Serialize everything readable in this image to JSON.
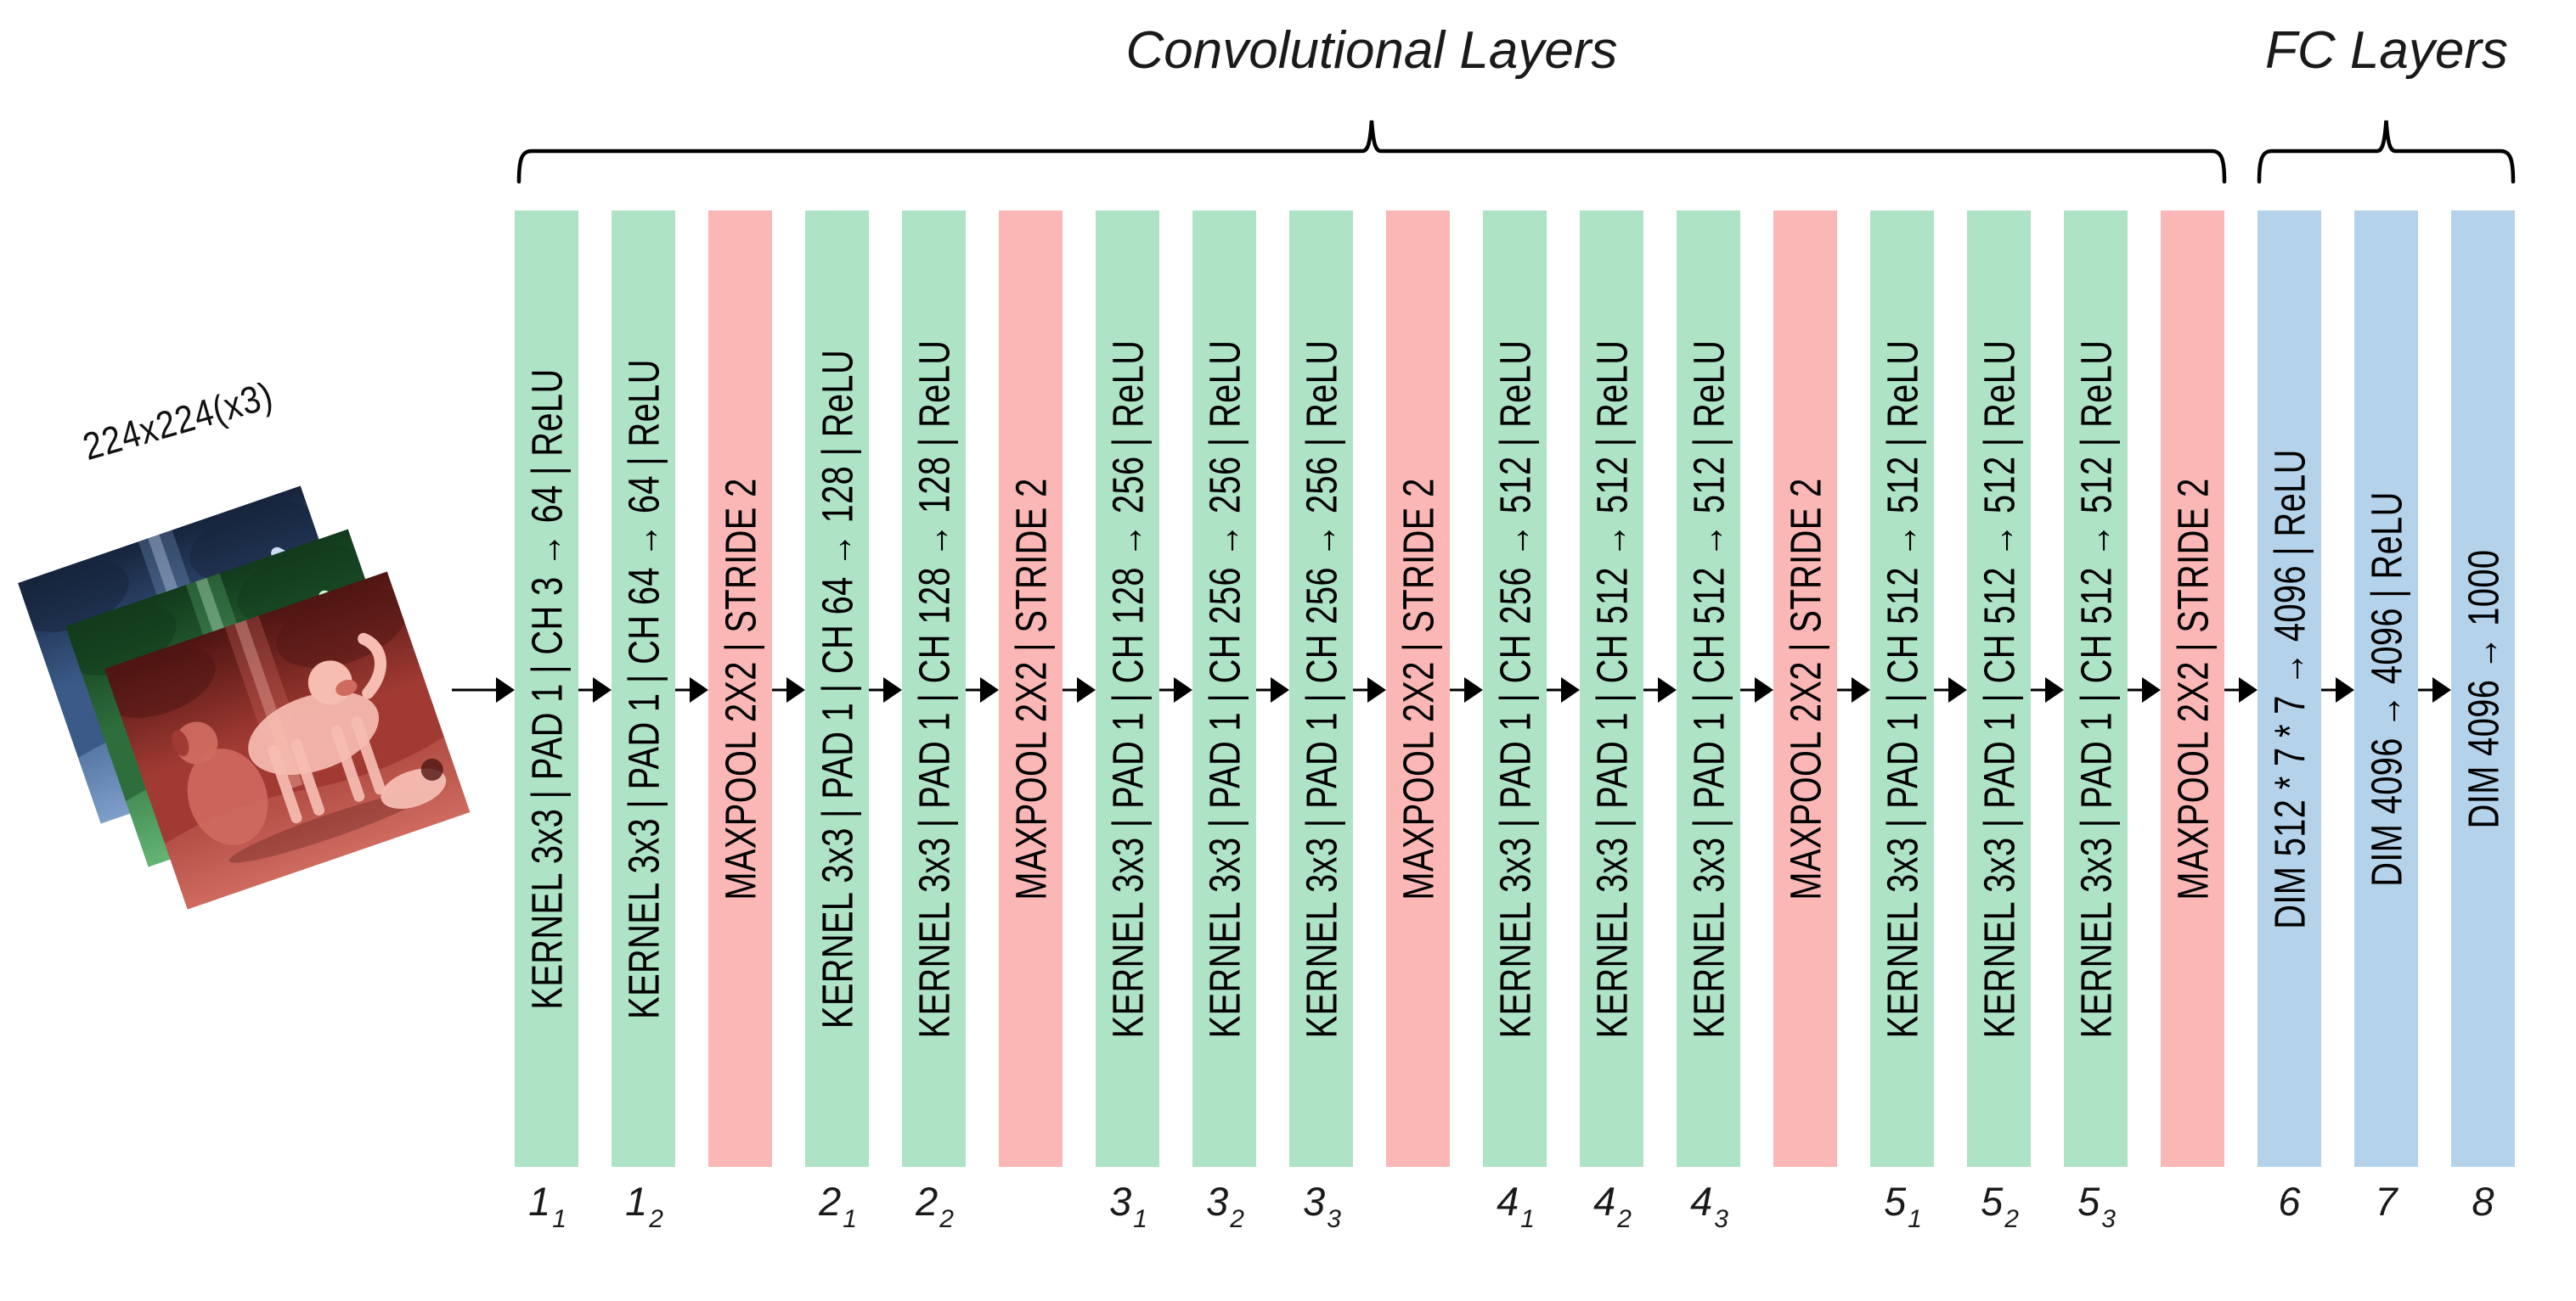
{
  "titles": {
    "conv": "Convolutional Layers",
    "fc": "FC Layers"
  },
  "input": {
    "size_label": "224x224(x3)",
    "channels": [
      {
        "name": "blue-channel",
        "tint": "#3b5a88"
      },
      {
        "name": "green-channel",
        "tint": "#2e6e3c"
      },
      {
        "name": "red-channel",
        "tint": "#a03a33"
      }
    ]
  },
  "colors": {
    "conv_bar": "#aee3c6",
    "pool_bar": "#fbb7b5",
    "fc_bar": "#b4d3eb",
    "arrow": "#000000",
    "brace": "#000000",
    "bar_text": "#000000"
  },
  "layers": [
    {
      "type": "conv",
      "text": "KERNEL 3x3 | PAD 1 | CH 3 → 64 | ReLU",
      "label_main": "1",
      "label_sub": "1"
    },
    {
      "type": "conv",
      "text": "KERNEL 3x3 | PAD 1 | CH 64 → 64 | ReLU",
      "label_main": "1",
      "label_sub": "2"
    },
    {
      "type": "pool",
      "text": "MAXPOOL 2X2 | STRIDE 2"
    },
    {
      "type": "conv",
      "text": "KERNEL 3x3 | PAD 1 | CH 64 → 128 | ReLU",
      "label_main": "2",
      "label_sub": "1"
    },
    {
      "type": "conv",
      "text": "KERNEL 3x3 | PAD 1 | CH 128 → 128 | ReLU",
      "label_main": "2",
      "label_sub": "2"
    },
    {
      "type": "pool",
      "text": "MAXPOOL 2X2 | STRIDE 2"
    },
    {
      "type": "conv",
      "text": "KERNEL 3x3 | PAD 1 | CH 128 → 256 | ReLU",
      "label_main": "3",
      "label_sub": "1"
    },
    {
      "type": "conv",
      "text": "KERNEL 3x3 | PAD 1 | CH 256 → 256 | ReLU",
      "label_main": "3",
      "label_sub": "2"
    },
    {
      "type": "conv",
      "text": "KERNEL 3x3 | PAD 1 | CH 256 → 256 | ReLU",
      "label_main": "3",
      "label_sub": "3"
    },
    {
      "type": "pool",
      "text": "MAXPOOL 2X2 | STRIDE 2"
    },
    {
      "type": "conv",
      "text": "KERNEL 3x3 | PAD 1 | CH 256 → 512 | ReLU",
      "label_main": "4",
      "label_sub": "1"
    },
    {
      "type": "conv",
      "text": "KERNEL 3x3 | PAD 1 | CH 512 → 512 | ReLU",
      "label_main": "4",
      "label_sub": "2"
    },
    {
      "type": "conv",
      "text": "KERNEL 3x3 | PAD 1 | CH 512 → 512 | ReLU",
      "label_main": "4",
      "label_sub": "3"
    },
    {
      "type": "pool",
      "text": "MAXPOOL 2X2 | STRIDE 2"
    },
    {
      "type": "conv",
      "text": "KERNEL 3x3 | PAD 1 | CH 512 → 512 | ReLU",
      "label_main": "5",
      "label_sub": "1"
    },
    {
      "type": "conv",
      "text": "KERNEL 3x3 | PAD 1 | CH 512 → 512 | ReLU",
      "label_main": "5",
      "label_sub": "2"
    },
    {
      "type": "conv",
      "text": "KERNEL 3x3 | PAD 1 | CH 512 → 512 | ReLU",
      "label_main": "5",
      "label_sub": "3"
    },
    {
      "type": "pool",
      "text": "MAXPOOL 2X2 | STRIDE 2"
    },
    {
      "type": "fc",
      "text": "DIM 512 * 7 * 7 → 4096 | ReLU",
      "label_main": "6",
      "label_sub": ""
    },
    {
      "type": "fc",
      "text": "DIM 4096 → 4096 | ReLU",
      "label_main": "7",
      "label_sub": ""
    },
    {
      "type": "fc",
      "text": "DIM 4096 → 1000",
      "label_main": "8",
      "label_sub": ""
    }
  ]
}
